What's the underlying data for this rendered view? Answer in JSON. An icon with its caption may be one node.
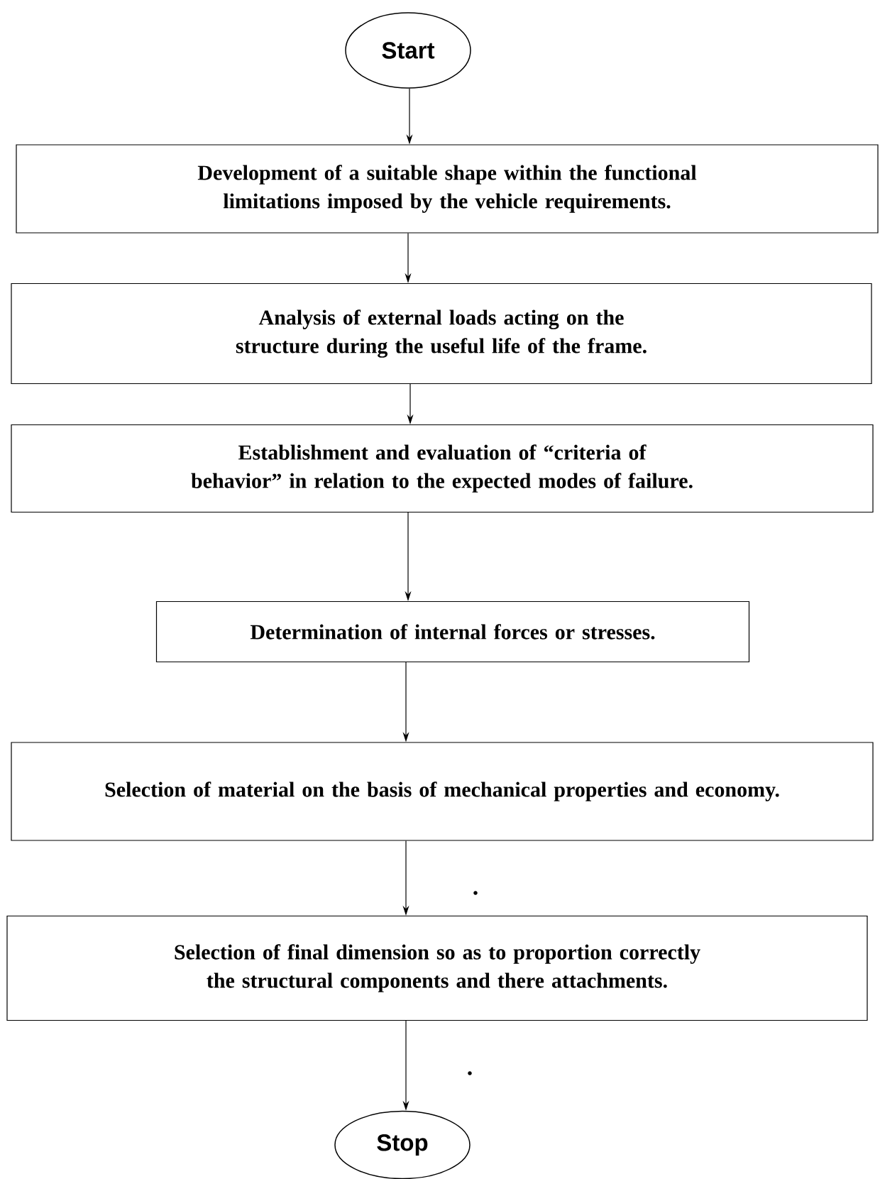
{
  "diagram": {
    "nodes": [
      {
        "text": [
          "Start"
        ]
      },
      {
        "text": [
          "Development of a suitable shape within the functional limitations imposed by the vehicle requirements."
        ]
      },
      {
        "text": [
          "Analysis of external loads acting on the structure during the useful life of the frame."
        ]
      },
      {
        "text": [
          "Establishment and evaluation of “criteria of behavior” in relation to the expected modes of failure."
        ]
      },
      {
        "text": [
          "Determination of internal forces or stresses."
        ]
      },
      {
        "text": [
          "Selection of material on the basis of mechanical properties and economy."
        ]
      },
      {
        "text": [
          "Selection of final dimension so as to proportion correctly the structural components and there attachments."
        ]
      },
      {
        "text": [
          "Stop"
        ]
      }
    ],
    "edges": [
      {
        "from": 0,
        "to": 1,
        "arrow": "to"
      },
      {
        "from": 1,
        "to": 2,
        "arrow": "to"
      },
      {
        "from": 2,
        "to": 3,
        "arrow": "to"
      },
      {
        "from": 3,
        "to": 4,
        "arrow": "to"
      },
      {
        "from": 4,
        "to": 5,
        "arrow": "to"
      },
      {
        "from": 5,
        "to": 6,
        "arrow": "to"
      },
      {
        "from": 6,
        "to": 7,
        "arrow": "to"
      }
    ],
    "labels": [
      ".",
      "."
    ]
  }
}
